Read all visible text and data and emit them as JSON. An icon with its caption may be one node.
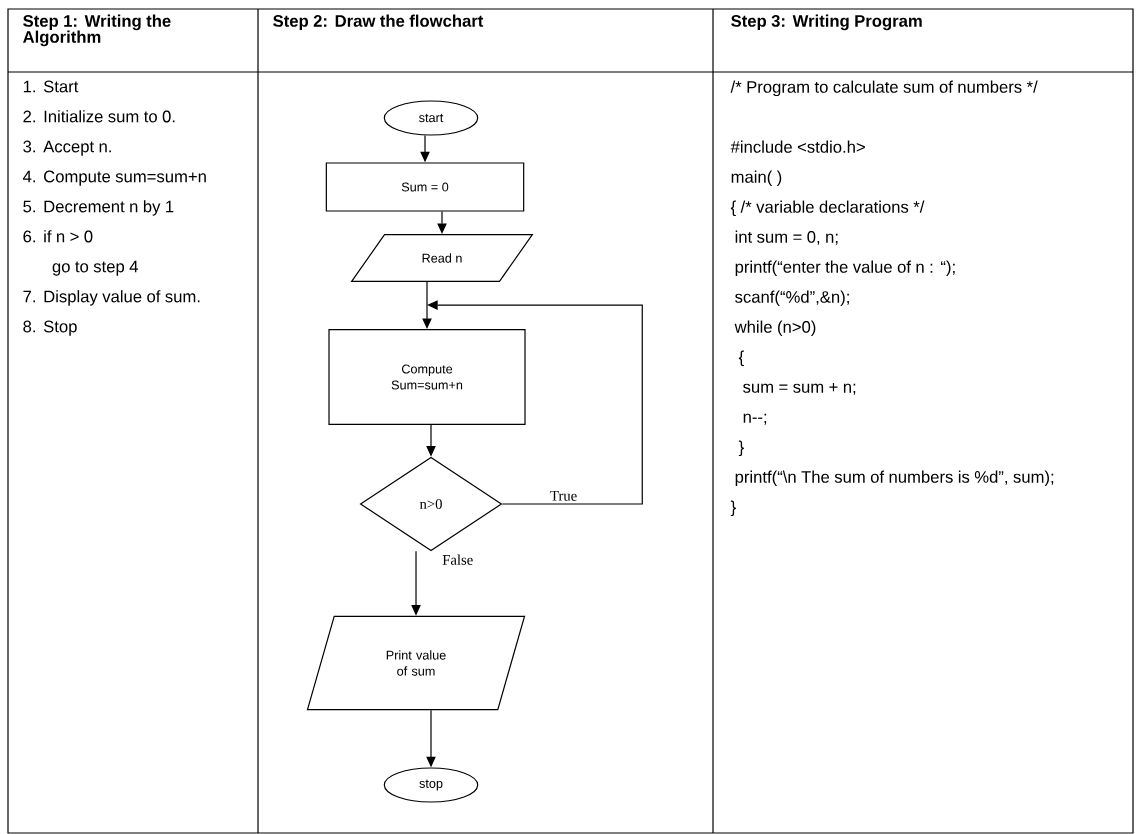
{
  "diagram": {
    "nodes": [
      {
        "text": [
          "start"
        ]
      },
      {
        "text": [
          "Sum = 0"
        ]
      },
      {
        "text": [
          "Read n"
        ]
      },
      {
        "text": [
          "Compute Sum=sum+n"
        ]
      },
      {
        "text": [
          "n>0"
        ]
      },
      {
        "text": [
          "Print value of sum"
        ]
      },
      {
        "text": [
          "stop"
        ]
      }
    ],
    "edges": [
      {
        "from": 0,
        "to": 1,
        "arrow": "to"
      },
      {
        "from": 1,
        "to": 2,
        "arrow": "to"
      },
      {
        "from": 2,
        "to": 3,
        "arrow": "to"
      },
      {
        "from": 3,
        "to": 4,
        "arrow": "to"
      },
      {
        "from": 4,
        "to": 3,
        "arrow": "to",
        "label": "True"
      },
      {
        "from": 4,
        "to": 5,
        "arrow": "to",
        "label": "False"
      },
      {
        "from": 5,
        "to": 6,
        "arrow": "to"
      }
    ],
    "labels": [
      "Step 1: Writing the Algorithm",
      "Step 2: Draw the flowchart",
      "Step 3: Writing Program",
      "1. Start",
      "2. Initialize sum to 0.",
      "3. Accept n.",
      "4. Compute sum=sum+n",
      "5. Decrement n by 1",
      "6. if n > 0",
      "go to step 4",
      "7. Display value of sum.",
      "8. Stop",
      "/* Program to calculate sum of numbers */",
      "#include <stdio.h>",
      "main( )",
      "{ /* variable declarations */",
      "int sum = 0, n;",
      "printf(“enter the value of n : “);",
      "scanf(“%d”,&n);",
      "while (n>0)",
      "{",
      "sum = sum + n;",
      "n--;",
      "}",
      "printf(“\\n The sum of numbers is %d”, sum);",
      "}"
    ]
  }
}
